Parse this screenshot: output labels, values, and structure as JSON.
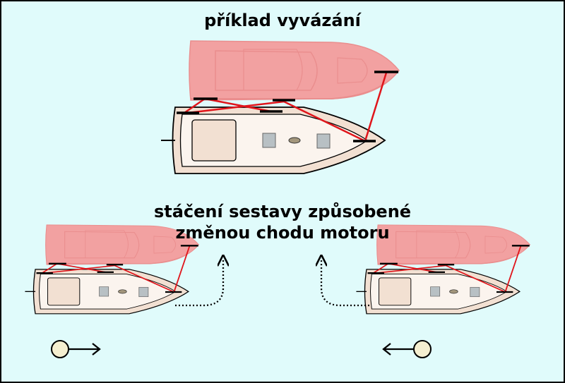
{
  "title": "příklad vyvázání",
  "subtitle_line1": "stáčení sestavy způsobené",
  "subtitle_line2": "změnou chodu motoru",
  "colors": {
    "background": "#e0fbfb",
    "border": "#000000",
    "powerboat_fill": "#f2a1a1",
    "powerboat_stroke": "#ea8e8e",
    "sailboat_hull": "#f2e0d2",
    "sailboat_deck": "#fbf4ee",
    "mooring_line": "#e0151b",
    "hatch": "#b8c0c4",
    "propeller_ball": "#f5efd0"
  },
  "icons": [
    "powerboat-icon",
    "sailboat-icon",
    "mooring-line-icon",
    "cleat-icon",
    "turn-arrow-icon",
    "propeller-ahead-icon",
    "propeller-astern-icon"
  ]
}
